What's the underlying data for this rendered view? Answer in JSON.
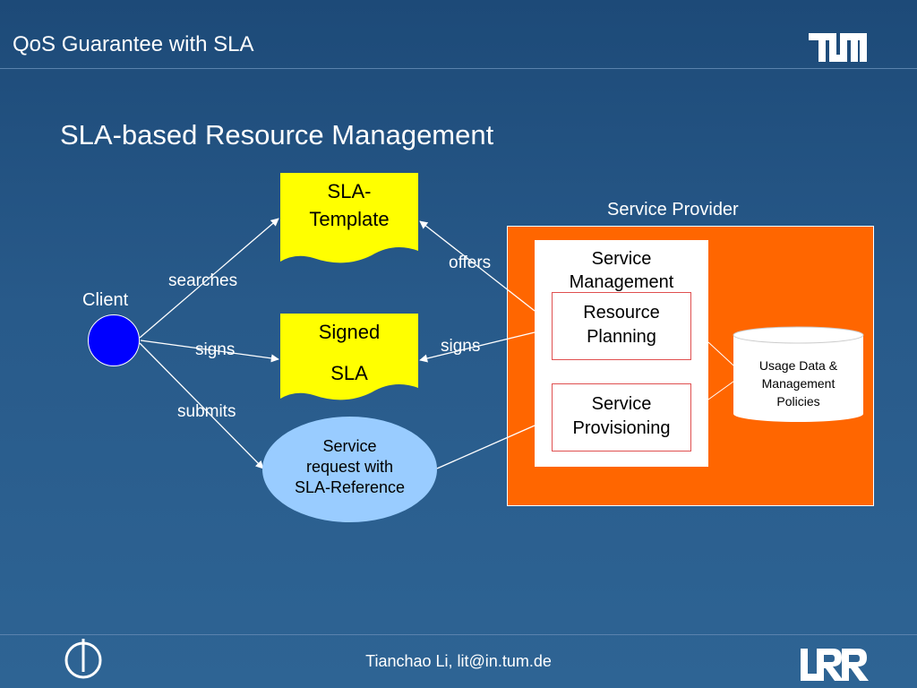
{
  "header": {
    "title": "QoS Guarantee with SLA",
    "logo_text": "TUM"
  },
  "slide": {
    "title": "SLA-based Resource Management"
  },
  "diagram": {
    "client_label": "Client",
    "provider_label": "Service Provider",
    "edges": {
      "searches": "searches",
      "signs_left": "signs",
      "submits": "submits",
      "offers": "offers",
      "signs_right": "signs"
    },
    "sla_template": {
      "line1": "SLA-",
      "line2": "Template"
    },
    "signed_sla": {
      "line1": "Signed",
      "line2": "SLA"
    },
    "service_request": {
      "line1": "Service",
      "line2": "request with",
      "line3": "SLA-Reference"
    },
    "service_management": {
      "line1": "Service",
      "line2": "Management"
    },
    "resource_planning": {
      "line1": "Resource",
      "line2": "Planning"
    },
    "service_provisioning": {
      "line1": "Service",
      "line2": "Provisioning"
    },
    "usage_data": {
      "line1": "Usage Data &",
      "line2": "Management",
      "line3": "Policies"
    },
    "colors": {
      "document": "#ffff00",
      "provider": "#ff6600",
      "client": "#0000ff",
      "request": "#99ccff"
    }
  },
  "footer": {
    "author": "Tianchao Li, lit@in.tum.de",
    "left_logo": "power-icon",
    "right_logo": "LRR"
  }
}
